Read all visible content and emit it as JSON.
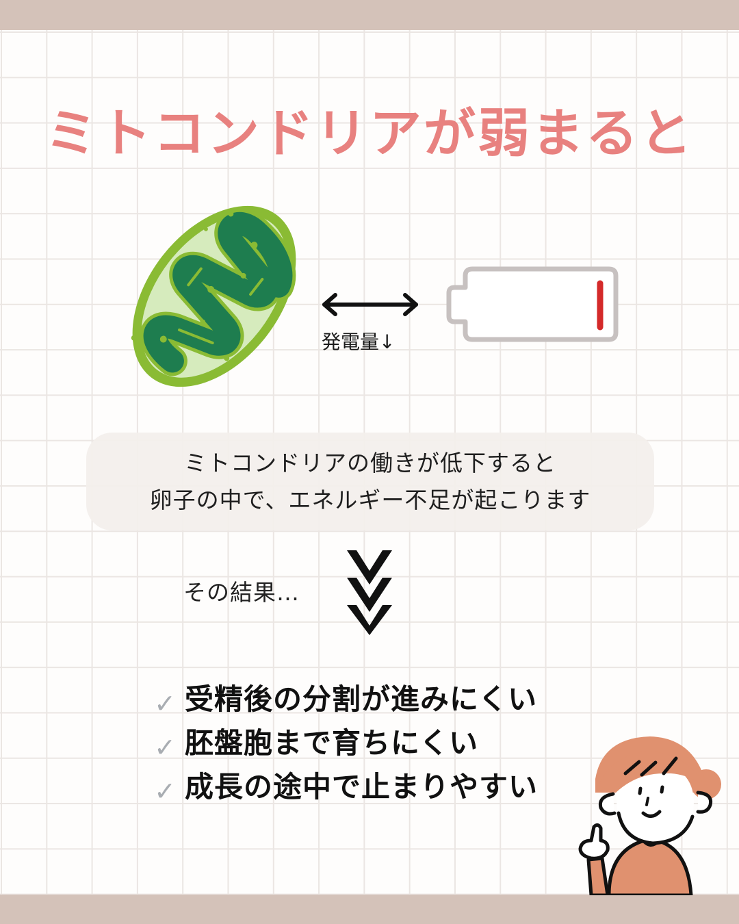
{
  "header": {
    "title": "ミトコンドリアが弱まると"
  },
  "diagram": {
    "left_icon": "mitochondria-icon",
    "connector_icon": "double-arrow-icon",
    "power_label": "発電量↓",
    "right_icon": "low-battery-icon",
    "battery_level_color": "#d42a2a"
  },
  "callout": {
    "line1": "ミトコンドリアの働きが低下すると",
    "line2": "卵子の中で、エネルギー不足が起こります"
  },
  "result": {
    "label": "その結果…",
    "icon": "triple-chevron-down-icon"
  },
  "checklist": {
    "mark": "✓",
    "items": [
      {
        "text": "受精後の分割が進みにくい"
      },
      {
        "text": "胚盤胞まで育ちにくい"
      },
      {
        "text": "成長の途中で止まりやすい"
      }
    ]
  },
  "illustration": {
    "character": "pointing-person-illustration"
  },
  "colors": {
    "title": "#e8817f",
    "bars": "#d4c2b9",
    "grid_line": "#ebe6e3",
    "callout_bg": "#f3efec",
    "check_mark": "#a9adb2",
    "mito_outer": "#8abb34",
    "mito_inner": "#1e7d4f",
    "person_hair": "#e0916f"
  }
}
